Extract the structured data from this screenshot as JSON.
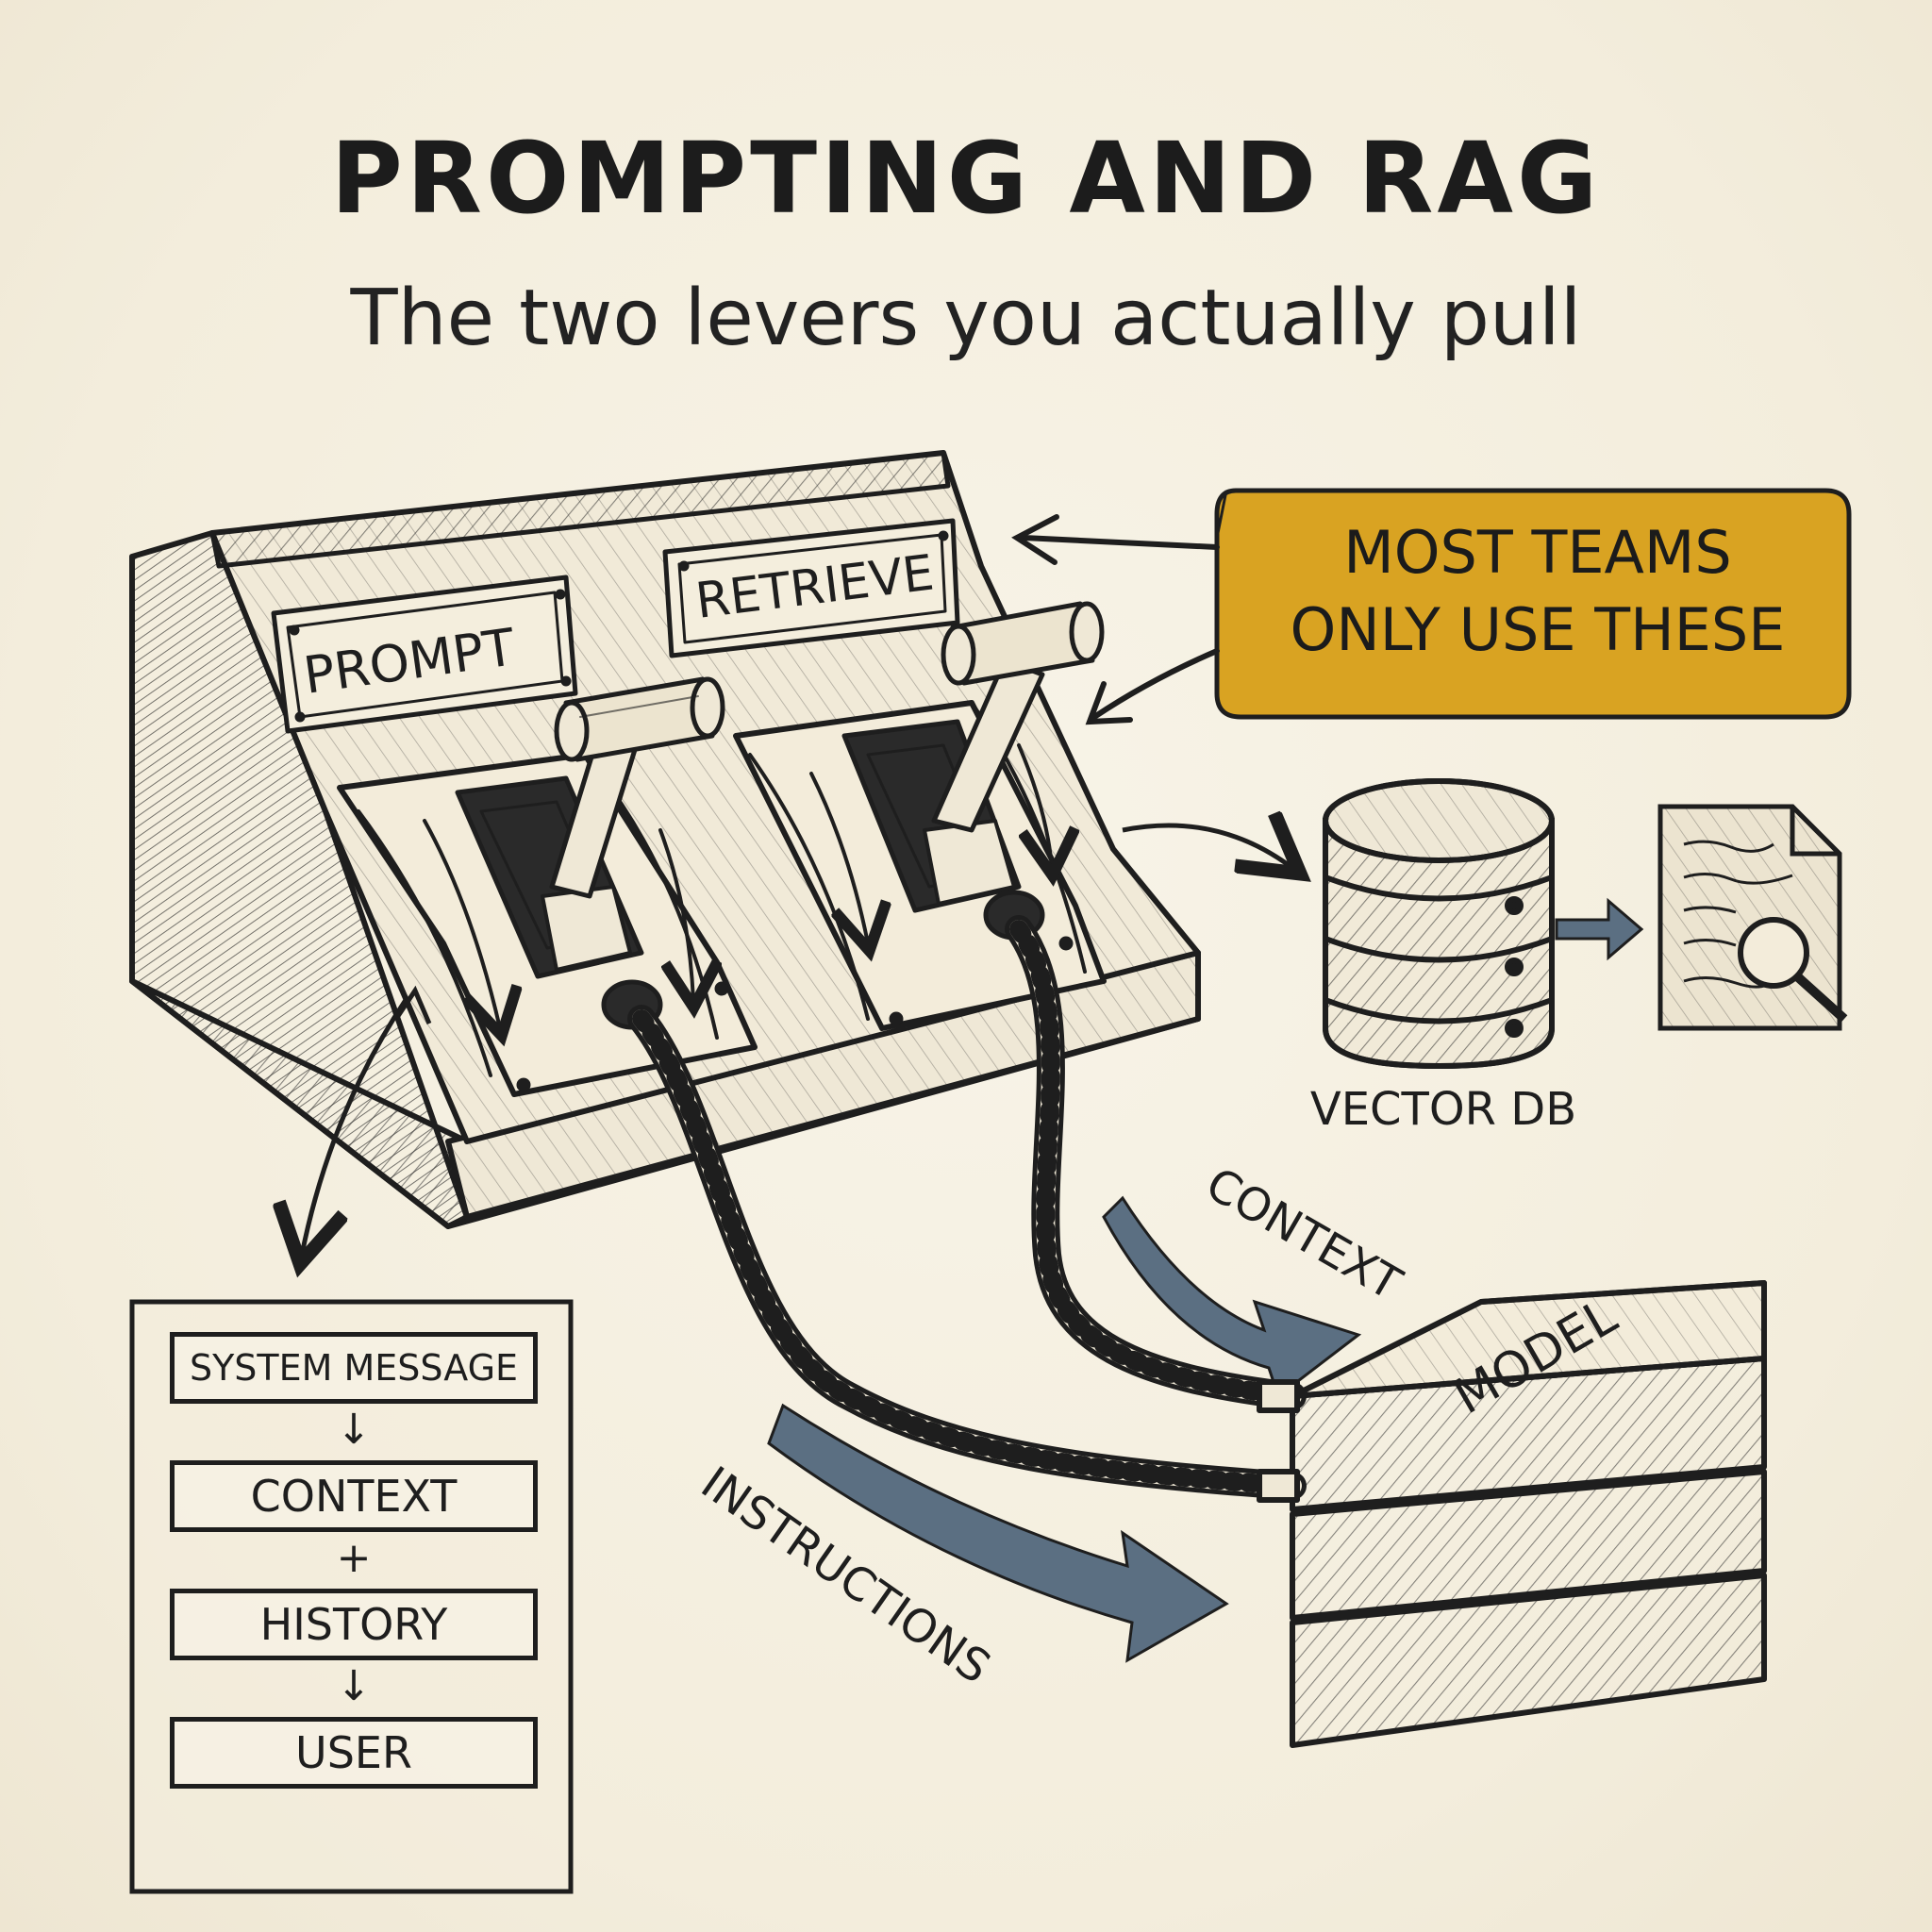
{
  "title": "PROMPTING AND RAG",
  "subtitle": "The two levers you actually pull",
  "levers": {
    "prompt_label": "PROMPT",
    "retrieve_label": "RETRIEVE"
  },
  "callout": {
    "line1": "MOST TEAMS",
    "line2": "ONLY USE THESE",
    "color": "#d9a322"
  },
  "vector_db_label": "VECTOR DB",
  "model_label": "MODEL",
  "arrows": {
    "context_label": "CONTEXT",
    "instructions_label": "INSTRUCTIONS",
    "color": "#5b6f82"
  },
  "prompt_stack": {
    "items": [
      "SYSTEM MESSAGE",
      "CONTEXT",
      "HISTORY",
      "USER"
    ],
    "separators": [
      "↓",
      "+",
      "↓"
    ]
  }
}
